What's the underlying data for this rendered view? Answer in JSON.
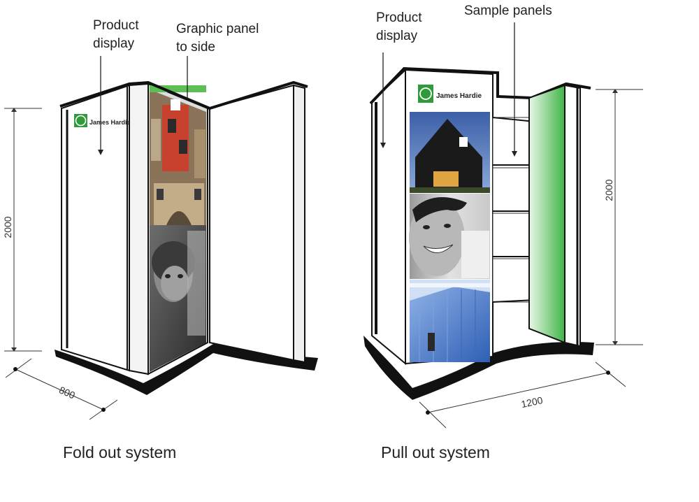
{
  "left_diagram": {
    "label_product_display": "Product\ndisplay",
    "label_graphic_panel": "Graphic panel\nto side",
    "brand": "James Hardie",
    "dimension_height": "2000",
    "dimension_depth": "800",
    "caption": "Fold out system"
  },
  "right_diagram": {
    "label_product_display": "Product\ndisplay",
    "label_sample_panels": "Sample panels",
    "brand": "James Hardie",
    "dimension_height": "2000",
    "dimension_width": "1200",
    "caption": "Pull out system"
  },
  "colors": {
    "brand_green": "#2e9a3a",
    "panel_green": "#4cbf4a",
    "frame": "#111111"
  }
}
